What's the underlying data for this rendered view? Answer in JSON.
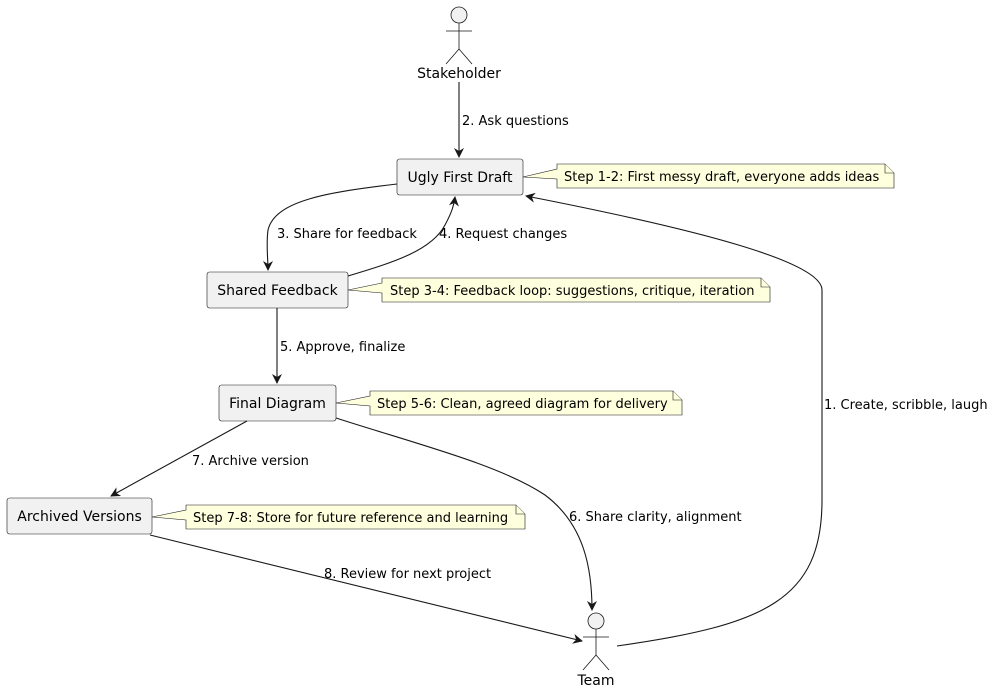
{
  "actors": {
    "stakeholder": "Stakeholder",
    "team": "Team"
  },
  "nodes": {
    "ugly_first_draft": "Ugly First Draft",
    "shared_feedback": "Shared Feedback",
    "final_diagram": "Final Diagram",
    "archived_versions": "Archived Versions"
  },
  "notes": {
    "step_1_2": "Step 1-2: First messy draft, everyone adds ideas",
    "step_3_4": "Step 3-4: Feedback loop: suggestions, critique, iteration",
    "step_5_6": "Step 5-6: Clean, agreed diagram for delivery",
    "step_7_8": "Step 7-8: Store for future reference and learning"
  },
  "edges": {
    "e1": "1. Create, scribble, laugh",
    "e2": "2. Ask questions",
    "e3": "3. Share for feedback",
    "e4": "4. Request changes",
    "e5": "5. Approve, finalize",
    "e6": "6. Share clarity, alignment",
    "e7": "7. Archive version",
    "e8": "8. Review for next project"
  },
  "colors": {
    "node_fill": "#f1f1f1",
    "note_fill": "#feffdd",
    "stroke": "#181818"
  }
}
